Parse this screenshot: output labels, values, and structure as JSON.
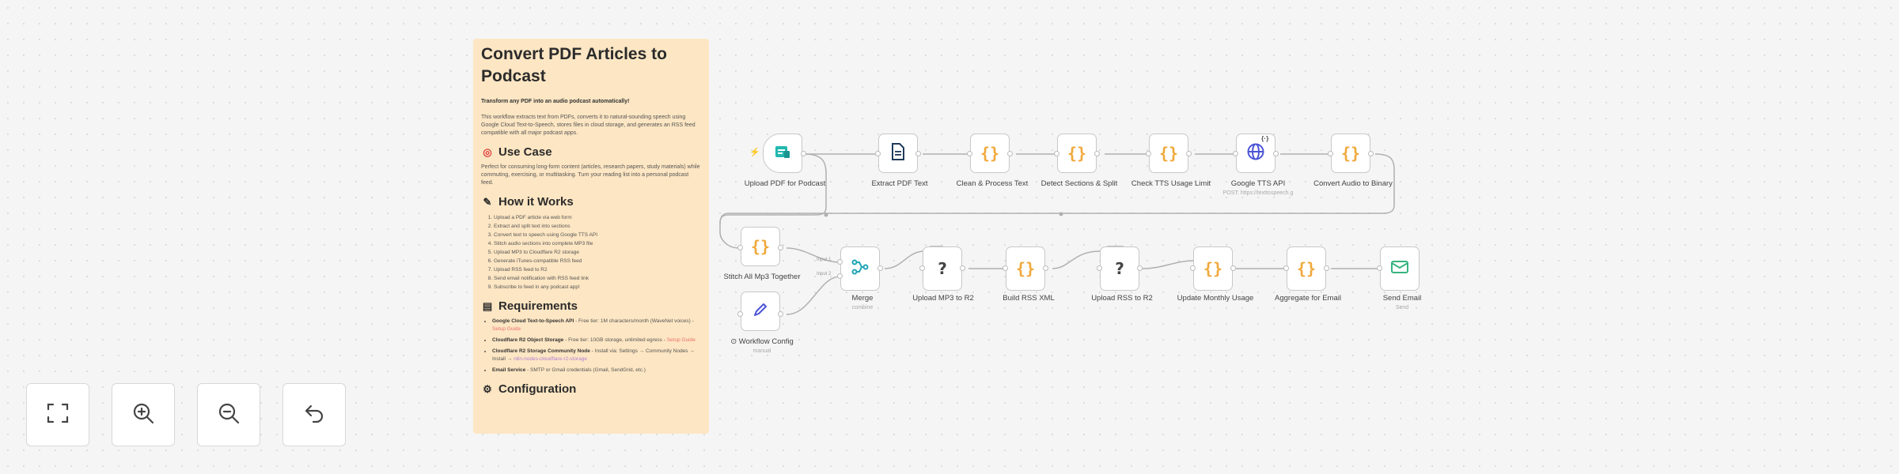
{
  "sticky": {
    "title": "Convert PDF Articles to Podcast",
    "lead": "Transform any PDF into an audio podcast automatically!",
    "description": "This workflow extracts text from PDFs, converts it to natural-sounding speech using Google Cloud Text-to-Speech, stores files in cloud storage, and generates an RSS feed compatible with all major podcast apps.",
    "use_case": {
      "heading": "Use Case",
      "icon": "target-icon",
      "text": "Perfect for consuming long-form content (articles, research papers, study materials) while commuting, exercising, or multitasking. Turn your reading list into a personal podcast feed."
    },
    "how_it_works": {
      "heading": "How it Works",
      "icon": "pencil-icon",
      "steps": [
        "Upload a PDF article via web form",
        "Extract and split text into sections",
        "Convert text to speech using Google TTS API",
        "Stitch audio sections into complete MP3 file",
        "Upload MP3 to Cloudflare R2 storage",
        "Generate iTunes-compatible RSS feed",
        "Upload RSS feed to R2",
        "Send email notification with RSS feed link",
        "Subscribe to feed in any podcast app!"
      ]
    },
    "requirements": {
      "heading": "Requirements",
      "icon": "clipboard-icon",
      "items": [
        {
          "name": "Google Cloud Text-to-Speech API",
          "text": " - Free tier: 1M characters/month (WaveNet voices) - ",
          "link": "Setup Guide"
        },
        {
          "name": "Cloudflare R2 Object Storage",
          "text": " - Free tier: 10GB storage, unlimited egress - ",
          "link": "Setup Guide"
        },
        {
          "name": "Cloudflare R2 Storage Community Node",
          "text": " - Install via: Settings → Community Nodes → Install → ",
          "code": "n8n-nodes-cloudflare-r2-storage"
        },
        {
          "name": "Email Service",
          "text": " - SMTP or Gmail credentials (Gmail, SendGrid, etc.)"
        }
      ]
    },
    "configuration": {
      "heading": "Configuration",
      "icon": "gear-icon"
    }
  },
  "nodes": {
    "upload_pdf": {
      "label": "Upload PDF for Podcast",
      "icon": "form-icon"
    },
    "extract_pdf": {
      "label": "Extract PDF Text",
      "icon": "document-icon"
    },
    "clean_process": {
      "label": "Clean & Process Text",
      "icon": "code-braces-icon",
      "glyph": "{}"
    },
    "detect_sections": {
      "label": "Detect Sections & Split",
      "icon": "code-braces-icon",
      "glyph": "{}"
    },
    "check_tts": {
      "label": "Check TTS Usage Limit",
      "icon": "code-braces-icon",
      "glyph": "{}"
    },
    "google_tts": {
      "label": "Google TTS API",
      "sublabel": "POST: https://texttospeech.g",
      "icon": "globe-icon",
      "badge": "{·}"
    },
    "convert_audio": {
      "label": "Convert Audio to Binary",
      "icon": "code-braces-icon",
      "glyph": "{}"
    },
    "stitch_mp3": {
      "label": "Stitch All Mp3 Together",
      "icon": "code-braces-icon",
      "glyph": "{}"
    },
    "workflow_config": {
      "label": "Workflow Config",
      "sublabel": "manual",
      "icon": "pencil-icon"
    },
    "merge": {
      "label": "Merge",
      "sublabel": "combine",
      "icon": "merge-icon",
      "input1": "Input 1",
      "input2": "Input 2"
    },
    "upload_mp3": {
      "label": "Upload MP3 to R2",
      "icon": "unknown-node-icon",
      "glyph": "?"
    },
    "build_rss": {
      "label": "Build RSS XML",
      "icon": "code-braces-icon",
      "glyph": "{}"
    },
    "upload_rss": {
      "label": "Upload RSS to R2",
      "icon": "unknown-node-icon",
      "glyph": "?"
    },
    "update_usage": {
      "label": "Update Monthly Usage",
      "icon": "code-braces-icon",
      "glyph": "{}"
    },
    "aggregate_email": {
      "label": "Aggregate for Email",
      "icon": "code-braces-icon",
      "glyph": "{}"
    },
    "send_email": {
      "label": "Send Email",
      "sublabel": "Send",
      "icon": "email-icon"
    }
  },
  "controls": [
    "fit-view-button",
    "zoom-in-button",
    "zoom-out-button",
    "reset-zoom-button"
  ],
  "colors": {
    "sticky": "#fde6c3",
    "code_node": "#f0a93b",
    "form_node": "#22b8b0",
    "http_node": "#4b55d6",
    "email_node": "#36b37e",
    "trigger_bolt": "#ff6d5a",
    "link": "#e8716d"
  }
}
